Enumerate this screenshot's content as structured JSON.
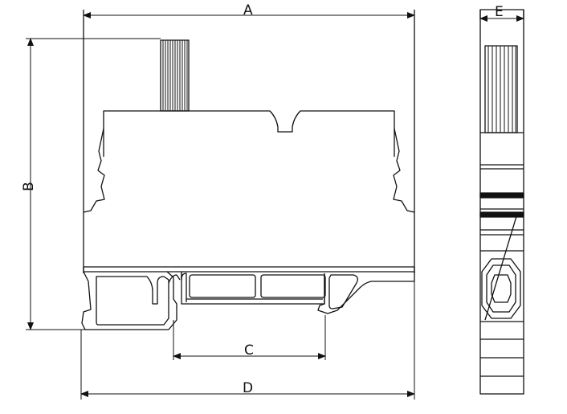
{
  "drawing": {
    "stroke_color": "#111111",
    "background": "#ffffff",
    "dimension_labels": {
      "a": "A",
      "b": "B",
      "c": "C",
      "d": "D",
      "e": "E"
    }
  }
}
